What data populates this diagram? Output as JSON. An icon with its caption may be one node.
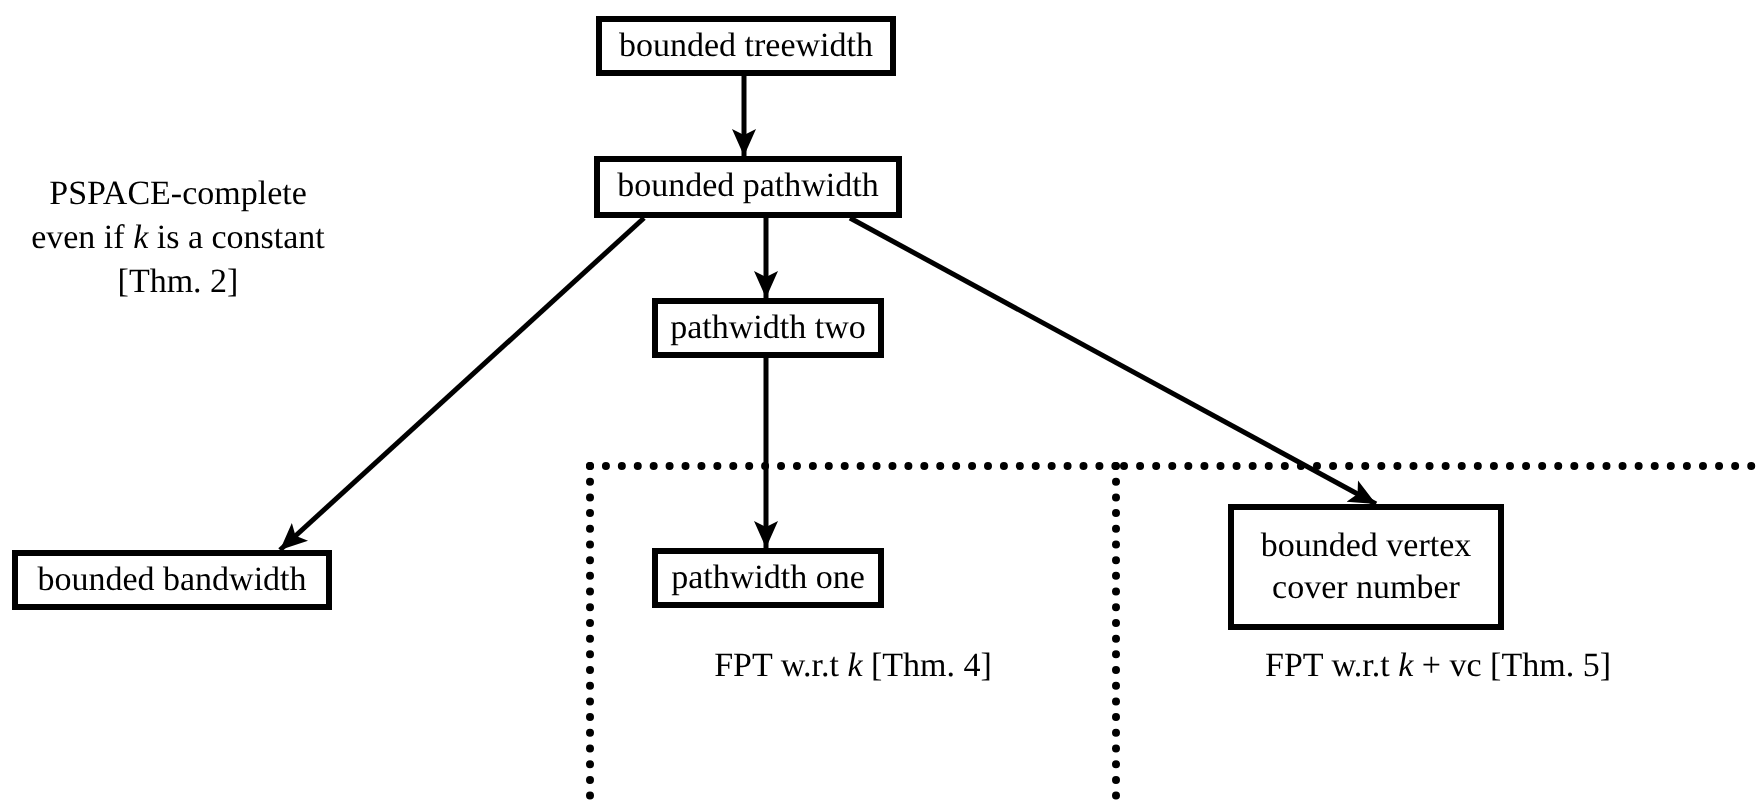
{
  "diagram": {
    "nodes": [
      {
        "text": [
          "bounded treewidth"
        ]
      },
      {
        "text": [
          "bounded pathwidth"
        ]
      },
      {
        "text": [
          "pathwidth two"
        ]
      },
      {
        "text": [
          "bounded bandwidth"
        ]
      },
      {
        "text": [
          "FPT w.r.t *k* [Thm. 4]"
        ]
      },
      {
        "text": [
          "pathwidth one"
        ],
        "in": 4
      },
      {
        "text": [
          "FPT w.r.t *k* + vc [Thm. 5]"
        ]
      },
      {
        "text": [
          "bounded vertex cover number"
        ],
        "in": 6
      }
    ],
    "edges": [
      {
        "from": 0,
        "to": 1,
        "arrow": "to"
      },
      {
        "from": 1,
        "to": 2,
        "arrow": "to"
      },
      {
        "from": 1,
        "to": 3,
        "arrow": "to"
      },
      {
        "from": 1,
        "to": 7,
        "arrow": "to"
      },
      {
        "from": 2,
        "to": 5,
        "arrow": "to"
      }
    ],
    "labels": [
      "PSPACE-complete even if *k* is a constant [Thm. 2]"
    ]
  }
}
